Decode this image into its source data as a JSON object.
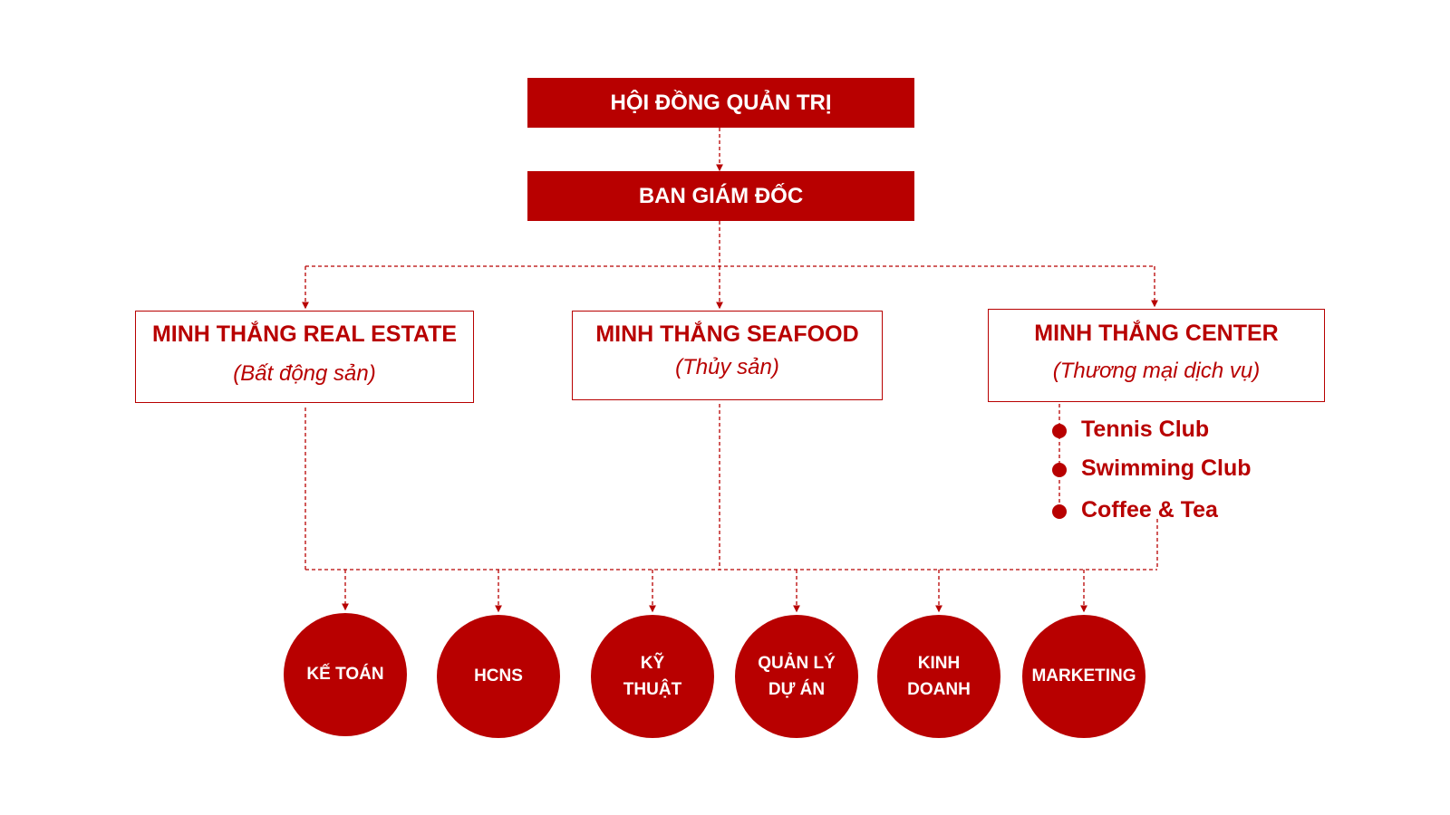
{
  "board": {
    "label": "HỘI ĐỒNG QUẢN TRỊ"
  },
  "directors": {
    "label": "BAN GIÁM ĐỐC"
  },
  "companies": [
    {
      "name": "MINH THẮNG REAL ESTATE",
      "sector": "(Bất động sản)"
    },
    {
      "name": "MINH THẮNG SEAFOOD",
      "sector": "(Thủy sản)"
    },
    {
      "name": "MINH THẮNG CENTER",
      "sector": "(Thương mại dịch vụ)"
    }
  ],
  "center_services": [
    "Tennis Club",
    "Swimming Club",
    "Coffee & Tea"
  ],
  "departments": [
    {
      "line1": "KẾ TOÁN",
      "line2": ""
    },
    {
      "line1": "HCNS",
      "line2": ""
    },
    {
      "line1": "KỸ",
      "line2": "THUẬT"
    },
    {
      "line1": "QUẢN LÝ",
      "line2": "DỰ ÁN"
    },
    {
      "line1": "KINH",
      "line2": "DOANH"
    },
    {
      "line1": "MARKETING",
      "line2": ""
    }
  ],
  "colors": {
    "primary": "#b80000",
    "text_on_primary": "#ffffff",
    "background": "#ffffff"
  }
}
